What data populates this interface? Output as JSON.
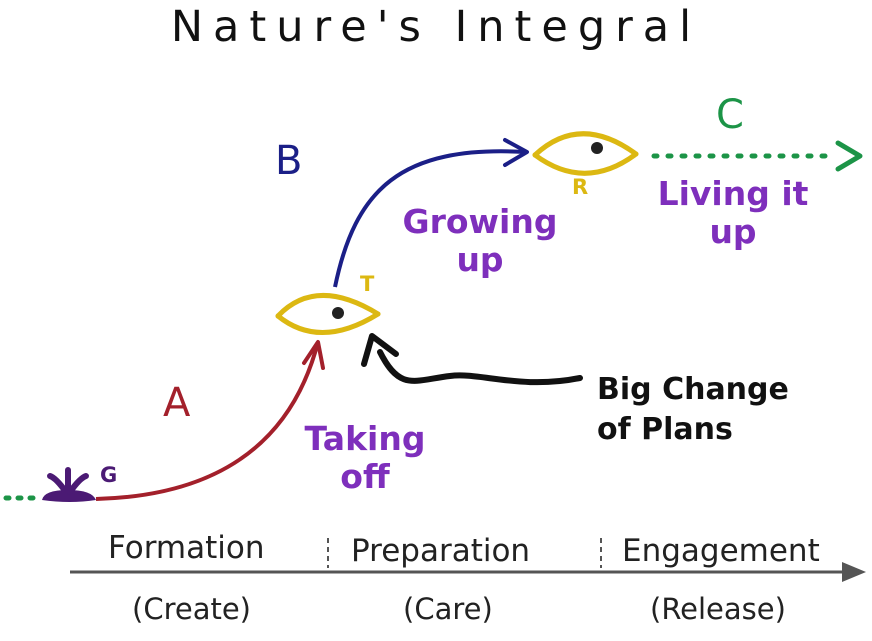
{
  "title": "Nature's Integral",
  "colors": {
    "segment_a": "#a3202b",
    "segment_b": "#1b1f87",
    "segment_c": "#1c9447",
    "eye": "#dcb812",
    "phase_text": "#7e2fbc",
    "timeline": "#555555"
  },
  "icons": [
    "seed-icon",
    "eye-icon"
  ],
  "segments": {
    "a": {
      "label": "A"
    },
    "b": {
      "label": "B"
    },
    "c": {
      "label": "C"
    }
  },
  "markers": {
    "g": "G",
    "t": "T",
    "r": "R"
  },
  "phases": {
    "taking_off": [
      "Taking",
      "off"
    ],
    "growing_up": [
      "Growing",
      "up"
    ],
    "living_it_up": [
      "Living it",
      "up"
    ]
  },
  "callout": [
    "Big Change",
    "of Plans"
  ],
  "stages": [
    {
      "name": "Formation",
      "verb": "(Create)"
    },
    {
      "name": "Preparation",
      "verb": "(Care)"
    },
    {
      "name": "Engagement",
      "verb": "(Release)"
    }
  ]
}
